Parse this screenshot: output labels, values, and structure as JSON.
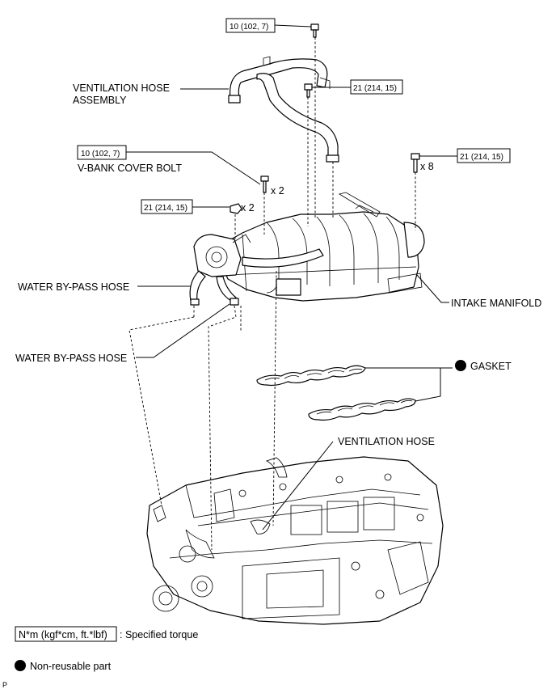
{
  "labels": {
    "ventilation_hose_assembly_line1": "VENTILATION HOSE",
    "ventilation_hose_assembly_line2": "ASSEMBLY",
    "v_bank_cover_bolt": "V-BANK COVER BOLT",
    "water_bypass_hose_upper": "WATER BY-PASS HOSE",
    "water_bypass_hose_lower": "WATER BY-PASS HOSE",
    "intake_manifold": "INTAKE MANIFOLD",
    "gasket": "GASKET",
    "ventilation_hose": "VENTILATION HOSE"
  },
  "torques": {
    "top_bolt": "10 (102, 7)",
    "hose_bolt": "21 (214, 15)",
    "v_bank_bolt": "10 (102, 7)",
    "manifold_bolts": "21 (214, 15)",
    "nut": "21 (214, 15)"
  },
  "quantities": {
    "v_bank_bolt": "x 2",
    "nut": "x 2",
    "manifold_bolts": "x 8"
  },
  "legend": {
    "torque_box": "N*m (kgf*cm, ft.*lbf)",
    "torque_text": ": Specified torque",
    "non_reusable": "Non-reusable part"
  },
  "corner_mark": "P"
}
